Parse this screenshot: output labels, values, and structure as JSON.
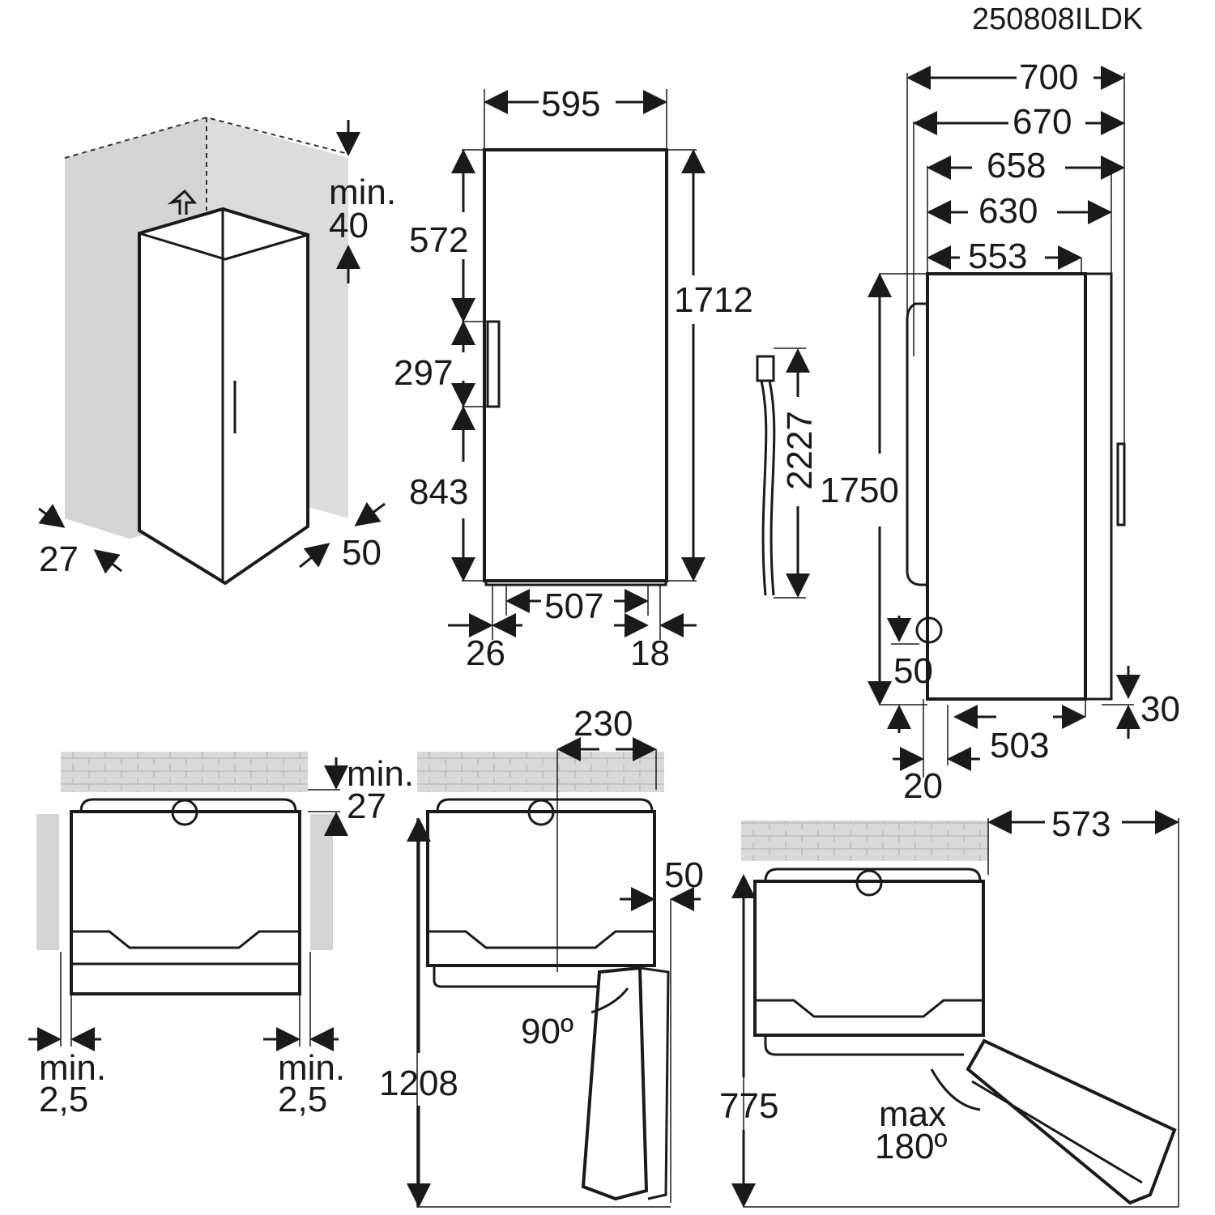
{
  "code": "250808ILDK",
  "installation_3d": {
    "min_label": "min.",
    "top_gap": "40",
    "side_left": "27",
    "side_right": "50"
  },
  "front_view": {
    "width": "595",
    "upper": "572",
    "handle": "297",
    "lower": "843",
    "height": "1712",
    "feet": "507",
    "left_foot": "26",
    "right_foot": "18"
  },
  "cable": {
    "length": "2227"
  },
  "side_view": {
    "d700": "700",
    "d670": "670",
    "d658": "658",
    "d630": "630",
    "d553": "553",
    "height": "1750",
    "plug": "50",
    "foot_h": "30",
    "feet": "503",
    "foot_offset": "20"
  },
  "top_view_left": {
    "min_label": "min.",
    "back_gap": "27",
    "left_min": "min.",
    "left_gap": "2,5",
    "right_min": "min.",
    "right_gap": "2,5"
  },
  "top_view_mid": {
    "d230": "230",
    "d50": "50",
    "angle": "90º",
    "depth": "1208"
  },
  "top_view_right": {
    "d573": "573",
    "depth": "775",
    "max_label": "max",
    "angle": "180º"
  },
  "colors": {
    "line": "#1a1a1a",
    "wall": "#d4d4d4"
  }
}
